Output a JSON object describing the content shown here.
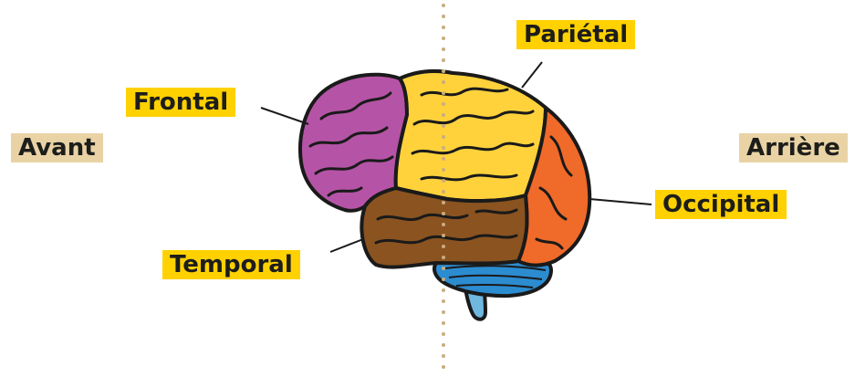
{
  "labels": {
    "frontal": "Frontal",
    "parietal": "Pariétal",
    "occipital": "Occipital",
    "temporal": "Temporal",
    "front": "Avant",
    "back": "Arrière"
  },
  "colors": {
    "frontal": "#b554a6",
    "parietal": "#ffd23c",
    "occipital": "#f06a2a",
    "temporal": "#8a5320",
    "cerebellum": "#2c8cd0",
    "brainstem": "#6fb8e0",
    "outline": "#1a1a1a",
    "lobe_tag": "#ffd100",
    "direction_tag": "#e9d3a5",
    "divider": "#c9ad7f"
  }
}
